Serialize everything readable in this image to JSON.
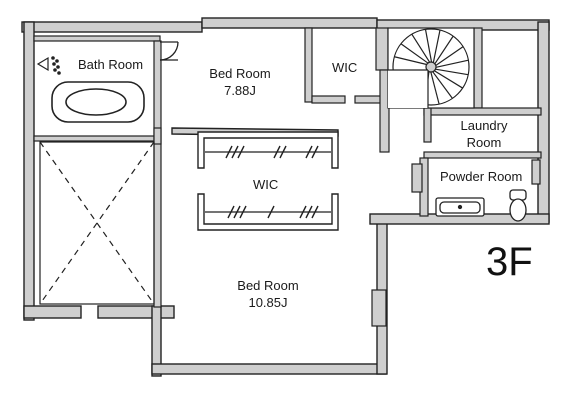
{
  "floor_label": "3F",
  "rooms": {
    "bath": {
      "name": "Bath Room"
    },
    "bed_upper": {
      "name": "Bed Room",
      "area": "7.88J"
    },
    "wic_upper": {
      "name": "WIC"
    },
    "wic_center": {
      "name": "WIC"
    },
    "bed_lower": {
      "name": "Bed Room",
      "area": "10.85J"
    },
    "laundry": {
      "line1": "Laundry",
      "line2": "Room"
    },
    "powder": {
      "name": "Powder Room"
    }
  },
  "colors": {
    "wall_fill": "#cfcfcf",
    "line": "#222222",
    "background": "#ffffff"
  }
}
